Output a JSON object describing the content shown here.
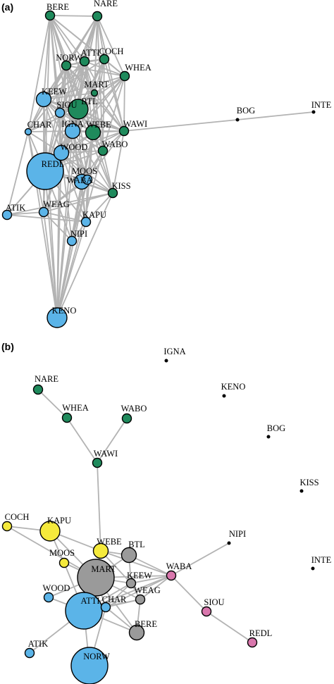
{
  "colors": {
    "green": "#1f8a5c",
    "blue": "#5bb4e8",
    "gray": "#9a9a9a",
    "yellow": "#f5ea3c",
    "pink": "#d977ad",
    "black": "#000000",
    "edge": "#b3b3b3"
  },
  "panels": [
    {
      "label": "(a)",
      "nodes": [
        {
          "id": "BERE",
          "color": "green",
          "size": "small"
        },
        {
          "id": "NARE",
          "color": "green",
          "size": "small"
        },
        {
          "id": "NORW",
          "color": "green",
          "size": "small"
        },
        {
          "id": "ATTI",
          "color": "green",
          "size": "small"
        },
        {
          "id": "COCH",
          "color": "green",
          "size": "small"
        },
        {
          "id": "WHEA",
          "color": "green",
          "size": "small"
        },
        {
          "id": "MART",
          "color": "green",
          "size": "tiny"
        },
        {
          "id": "KEEW",
          "color": "blue",
          "size": "medium"
        },
        {
          "id": "BTL",
          "color": "green",
          "size": "large"
        },
        {
          "id": "SIOU",
          "color": "blue",
          "size": "small"
        },
        {
          "id": "IGNA",
          "color": "blue",
          "size": "medium"
        },
        {
          "id": "WEBE",
          "color": "green",
          "size": "medium"
        },
        {
          "id": "WAWI",
          "color": "green",
          "size": "small"
        },
        {
          "id": "CHAR",
          "color": "blue",
          "size": "tiny"
        },
        {
          "id": "BOG",
          "color": "black",
          "size": "dot"
        },
        {
          "id": "INTE",
          "color": "black",
          "size": "dot"
        },
        {
          "id": "WOOD",
          "color": "blue",
          "size": "medium"
        },
        {
          "id": "WABO",
          "color": "green",
          "size": "small"
        },
        {
          "id": "REDL",
          "color": "blue",
          "size": "xlarge"
        },
        {
          "id": "MOOS",
          "color": "blue",
          "size": "small"
        },
        {
          "id": "WABA",
          "color": "blue",
          "size": "medium"
        },
        {
          "id": "KISS",
          "color": "green",
          "size": "small"
        },
        {
          "id": "ATIK",
          "color": "blue",
          "size": "small"
        },
        {
          "id": "WEAG",
          "color": "blue",
          "size": "small"
        },
        {
          "id": "KAPU",
          "color": "blue",
          "size": "small"
        },
        {
          "id": "NIPI",
          "color": "blue",
          "size": "small"
        },
        {
          "id": "KENO",
          "color": "blue",
          "size": "large"
        }
      ]
    },
    {
      "label": "(b)",
      "nodes": [
        {
          "id": "IGNA",
          "color": "black",
          "size": "dot"
        },
        {
          "id": "NARE",
          "color": "green",
          "size": "small"
        },
        {
          "id": "KENO",
          "color": "black",
          "size": "dot"
        },
        {
          "id": "WHEA",
          "color": "green",
          "size": "small"
        },
        {
          "id": "WABO",
          "color": "green",
          "size": "small"
        },
        {
          "id": "BOG",
          "color": "black",
          "size": "dot"
        },
        {
          "id": "WAWI",
          "color": "green",
          "size": "small"
        },
        {
          "id": "KISS",
          "color": "black",
          "size": "dot"
        },
        {
          "id": "COCH",
          "color": "yellow",
          "size": "small"
        },
        {
          "id": "KAPU",
          "color": "yellow",
          "size": "large"
        },
        {
          "id": "NIPI",
          "color": "black",
          "size": "dot"
        },
        {
          "id": "WEBE",
          "color": "yellow",
          "size": "medium"
        },
        {
          "id": "BTL",
          "color": "gray",
          "size": "medium"
        },
        {
          "id": "MOOS",
          "color": "yellow",
          "size": "small"
        },
        {
          "id": "WABA",
          "color": "pink",
          "size": "small"
        },
        {
          "id": "INTE",
          "color": "black",
          "size": "dot"
        },
        {
          "id": "MART",
          "color": "gray",
          "size": "xlarge"
        },
        {
          "id": "KEEW",
          "color": "gray",
          "size": "small"
        },
        {
          "id": "WEAG",
          "color": "gray",
          "size": "small"
        },
        {
          "id": "WOOD",
          "color": "blue",
          "size": "small"
        },
        {
          "id": "ATTI",
          "color": "blue",
          "size": "xlarge"
        },
        {
          "id": "CHAR",
          "color": "blue",
          "size": "small"
        },
        {
          "id": "SIOU",
          "color": "pink",
          "size": "small"
        },
        {
          "id": "BERE",
          "color": "gray",
          "size": "medium"
        },
        {
          "id": "REDL",
          "color": "pink",
          "size": "small"
        },
        {
          "id": "ATIK",
          "color": "blue",
          "size": "small"
        },
        {
          "id": "NORW",
          "color": "blue",
          "size": "xlarge"
        }
      ]
    }
  ]
}
